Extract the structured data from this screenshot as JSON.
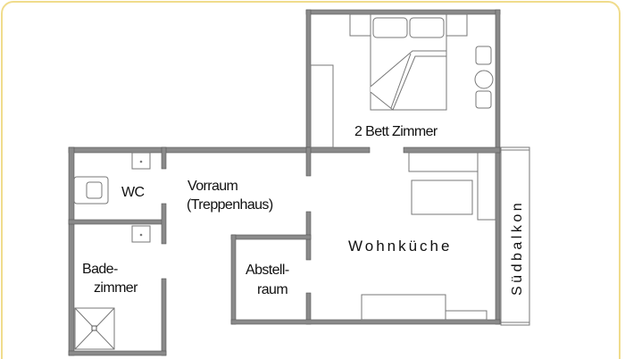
{
  "floor_plan": {
    "rooms": {
      "bedroom": "2 Bett Zimmer",
      "wc": "WC",
      "hall_line1": "Vorraum",
      "hall_line2": "(Treppenhaus)",
      "kitchen": "Wohnküche",
      "bath_line1": "Bade-",
      "bath_line2": "zimmer",
      "storage_line1": "Abstell-",
      "storage_line2": "raum",
      "balcony": "Südbalkon"
    },
    "colors": {
      "wall": "#8a8a8a",
      "frame": "#f0dc8c"
    }
  }
}
